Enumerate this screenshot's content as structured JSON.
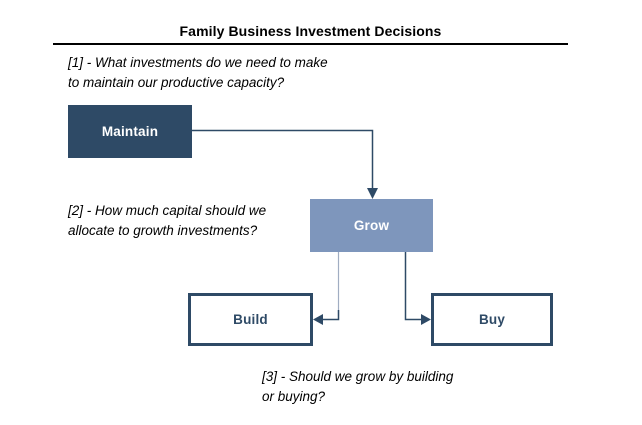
{
  "title": "Family Business Investment Decisions",
  "annotations": [
    {
      "id": "q1",
      "text": "[1] - What investments do we need to make\nto maintain our productive capacity?"
    },
    {
      "id": "q2",
      "text": "[2] - How much capital should we\nallocate to growth investments?"
    },
    {
      "id": "q3",
      "text": "[3] - Should we grow by building\nor buying?"
    }
  ],
  "nodes": [
    {
      "id": "maintain",
      "label": "Maintain",
      "style": "filled-dark"
    },
    {
      "id": "grow",
      "label": "Grow",
      "style": "filled-medium"
    },
    {
      "id": "build",
      "label": "Build",
      "style": "outline"
    },
    {
      "id": "buy",
      "label": "Buy",
      "style": "outline"
    }
  ],
  "connectors": [
    {
      "from": "maintain",
      "to": "grow",
      "arrow": "down"
    },
    {
      "from": "grow",
      "to": "build",
      "arrow": "left"
    },
    {
      "from": "grow",
      "to": "buy",
      "arrow": "right"
    }
  ],
  "colors": {
    "box_dark": "#2e4a66",
    "box_medium": "#7e96bc",
    "connector_dark": "#2e4a66",
    "connector_light": "#a0adc2"
  }
}
